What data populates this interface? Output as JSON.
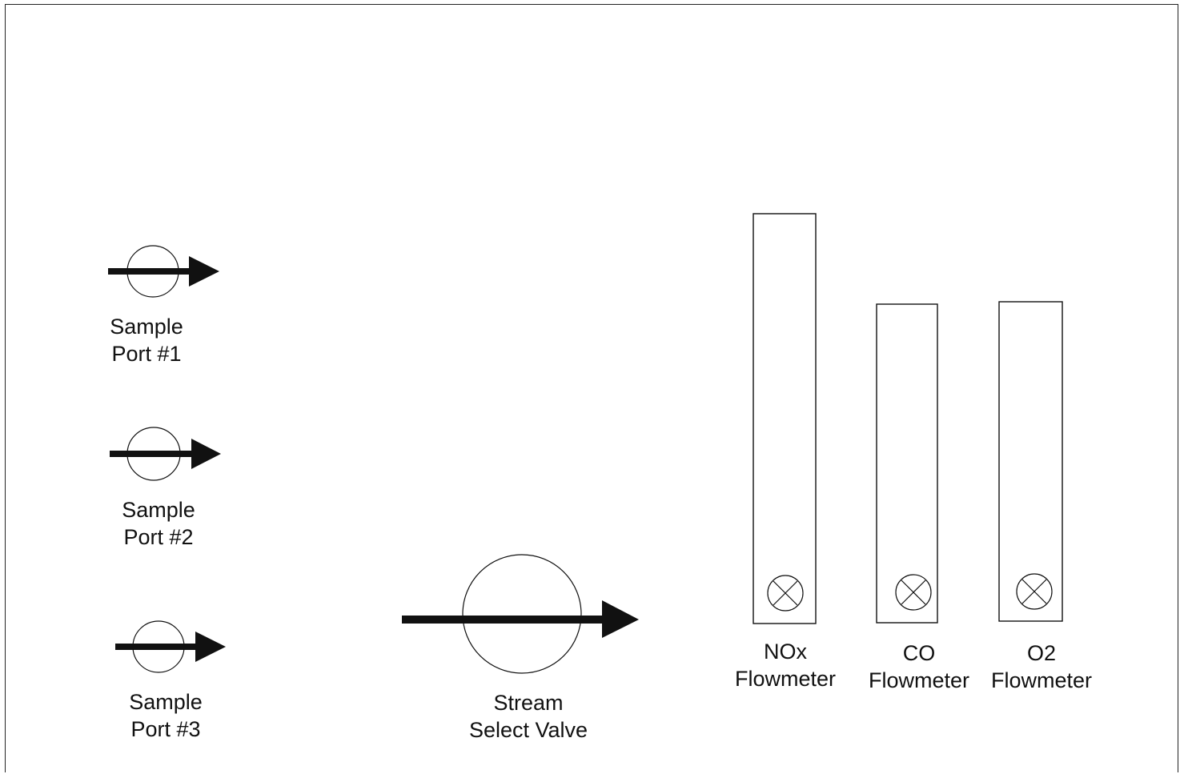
{
  "sample_ports": [
    {
      "line1": "Sample",
      "line2": "Port #1"
    },
    {
      "line1": "Sample",
      "line2": "Port #2"
    },
    {
      "line1": "Sample",
      "line2": "Port #3"
    }
  ],
  "valve": {
    "line1": "Stream",
    "line2": "Select Valve"
  },
  "flowmeters": [
    {
      "line1": "NOx",
      "line2": "Flowmeter"
    },
    {
      "line1": "CO",
      "line2": "Flowmeter"
    },
    {
      "line1": "O2",
      "line2": "Flowmeter"
    }
  ],
  "colors": {
    "stroke": "#111111",
    "background": "#ffffff"
  }
}
